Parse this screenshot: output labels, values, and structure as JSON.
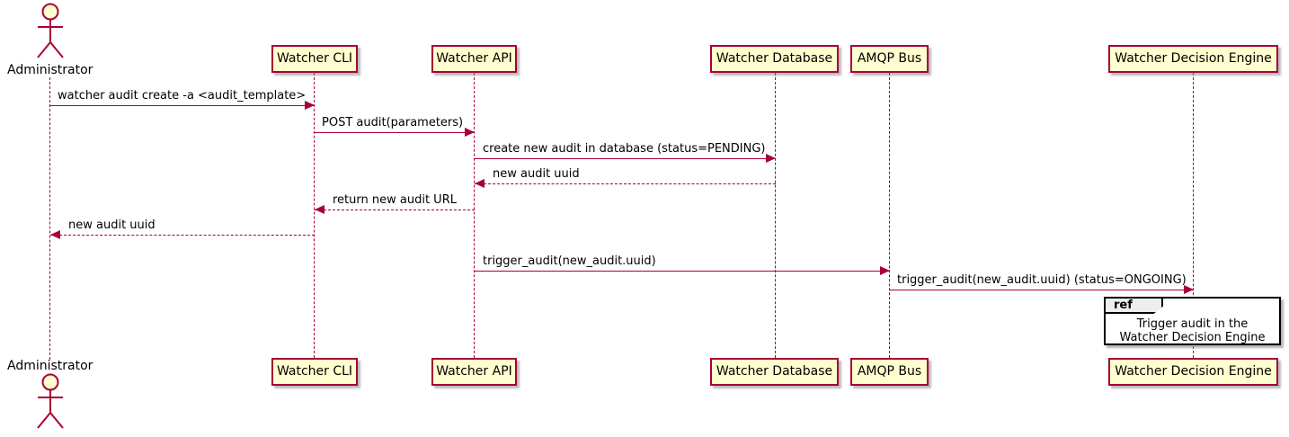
{
  "diagram": {
    "kind": "uml-sequence-diagram",
    "colors": {
      "participant_fill": "#FEFECE",
      "participant_border": "#A80036",
      "line_color": "#A80036",
      "text_color": "#000000",
      "ref_border": "#000000",
      "ref_header_fill": "#EEEEEE",
      "background": "#FFFFFF"
    }
  },
  "actor": {
    "name": "Administrator"
  },
  "participants": [
    {
      "name": "Watcher CLI"
    },
    {
      "name": "Watcher API"
    },
    {
      "name": "Watcher Database"
    },
    {
      "name": "AMQP Bus"
    },
    {
      "name": "Watcher Decision Engine"
    }
  ],
  "messages": [
    {
      "from": "Administrator",
      "to": "Watcher CLI",
      "style": "solid",
      "label": "watcher audit create -a <audit_template>"
    },
    {
      "from": "Watcher CLI",
      "to": "Watcher API",
      "style": "solid",
      "label": "POST audit(parameters)"
    },
    {
      "from": "Watcher API",
      "to": "Watcher Database",
      "style": "solid",
      "label": "create new audit in database (status=PENDING)"
    },
    {
      "from": "Watcher Database",
      "to": "Watcher API",
      "style": "dashed",
      "label": "new audit uuid"
    },
    {
      "from": "Watcher API",
      "to": "Watcher CLI",
      "style": "dashed",
      "label": "return new audit URL"
    },
    {
      "from": "Watcher CLI",
      "to": "Administrator",
      "style": "dashed",
      "label": "new audit uuid"
    },
    {
      "from": "Watcher API",
      "to": "AMQP Bus",
      "style": "solid",
      "label": "trigger_audit(new_audit.uuid)"
    },
    {
      "from": "AMQP Bus",
      "to": "Watcher Decision Engine",
      "style": "solid",
      "label": "trigger_audit(new_audit.uuid) (status=ONGOING)"
    }
  ],
  "ref": {
    "keyword": "ref",
    "over": "Watcher Decision Engine",
    "line1": "Trigger audit in the",
    "line2": "Watcher Decision Engine"
  }
}
